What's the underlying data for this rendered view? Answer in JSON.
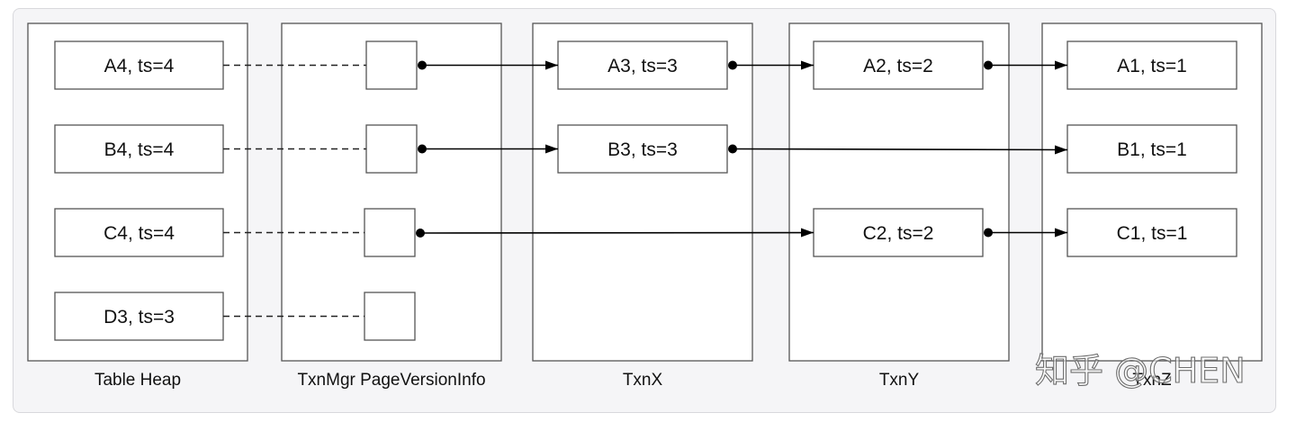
{
  "columns": {
    "table_heap": "Table Heap",
    "version_info": "TxnMgr PageVersionInfo",
    "txn_x": "TxnX",
    "txn_y": "TxnY",
    "txn_z": "TxnZ"
  },
  "records": {
    "heap": {
      "a": "A4, ts=4",
      "b": "B4, ts=4",
      "c": "C4, ts=4",
      "d": "D3, ts=3"
    },
    "txn_x": {
      "a": "A3, ts=3",
      "b": "B3, ts=3"
    },
    "txn_y": {
      "a": "A2, ts=2",
      "c": "C2, ts=2"
    },
    "txn_z": {
      "a": "A1, ts=1",
      "b": "B1, ts=1",
      "c": "C1, ts=1"
    }
  },
  "watermark": "知乎 @CHEN"
}
